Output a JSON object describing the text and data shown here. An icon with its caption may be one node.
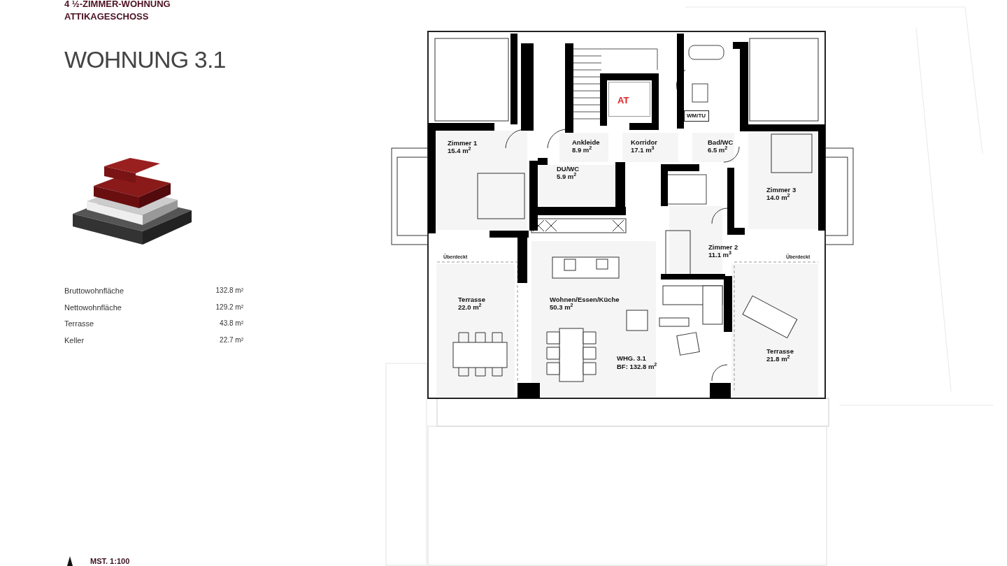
{
  "diagram": {
    "title": "WOHNUNG 3.1",
    "nodes": [
      {
        "text": [
          "Zimmer 1",
          "15.4 m$^{2}$"
        ]
      },
      {
        "text": [
          "Ankleide",
          "8.9 m$^{2}$"
        ]
      },
      {
        "text": [
          "Korridor",
          "17.1 m$^{3}$"
        ]
      },
      {
        "text": [
          "Bad/WC",
          "6.5 m$^{2}$"
        ]
      },
      {
        "text": [
          "AT"
        ]
      },
      {
        "text": [
          "WM/TU"
        ]
      },
      {
        "text": [
          "DU/WC",
          "5.9 m$^{2}$"
        ]
      },
      {
        "text": [
          "Zimmer 3",
          "14.0 m$^{2}$"
        ]
      },
      {
        "text": [
          "Zimmer 2",
          "11.1 m$^{3}$"
        ]
      },
      {
        "text": [
          "Terrasse",
          "22.0 m$^{2}$"
        ]
      },
      {
        "text": [
          "Wohnen/Essen/Küche",
          "50.3 m$^{2}$",
          "WHG. 3.1",
          "BF: 132.8 m$^{2}$"
        ]
      },
      {
        "text": [
          "Terrasse",
          "21.8 m$^{2}$"
        ]
      }
    ],
    "labels": [
      "4 ½-ZIMMER-WOHNUNG",
      "ATTIKAGESCHOSS",
      "Bruttowohnfläche",
      "132.8 m²",
      "Nettowohnfläche",
      "129.2 m²",
      "Terrasse",
      "43.8 m²",
      "Keller",
      "22.7 m²",
      "Überdeckt",
      "Überdeckt",
      "MST. 1:100"
    ]
  }
}
